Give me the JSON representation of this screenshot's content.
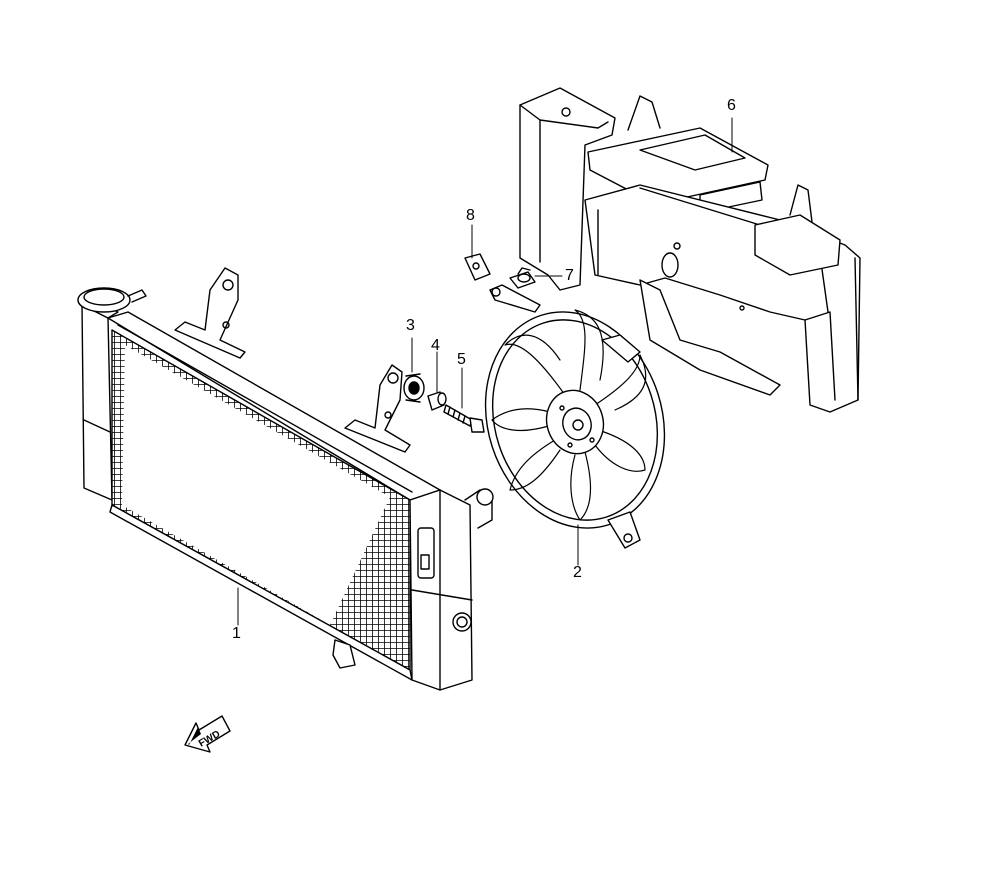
{
  "callouts": {
    "p1": "1",
    "p2": "2",
    "p3": "3",
    "p4": "4",
    "p5": "5",
    "p6": "6",
    "p7": "7",
    "p8": "8"
  },
  "direction_indicator": {
    "label": "FWD",
    "icon": "forward-arrow-icon"
  },
  "colors": {
    "line": "#000000",
    "background": "#ffffff"
  }
}
